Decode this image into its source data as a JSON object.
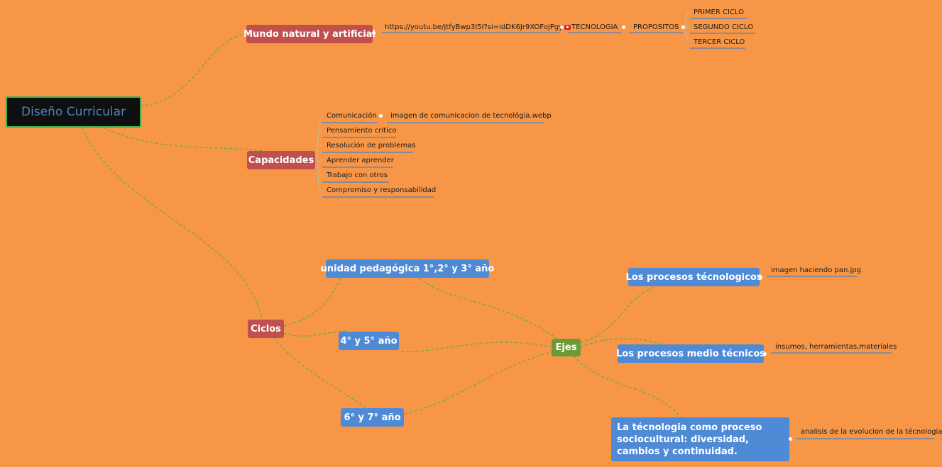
{
  "root": {
    "label": "Diseño Curricular"
  },
  "branches": {
    "mundo": {
      "label": "Mundo natural y artificial"
    },
    "capacidades": {
      "label": "Capacidades"
    },
    "ciclos": {
      "label": "Ciclos"
    }
  },
  "ciclos_children": {
    "unidad": "unidad pedagógica 1°,2° y 3° año",
    "cuarto": "4° y 5° año",
    "sexto": "6° y 7° año"
  },
  "ejes": {
    "label": "Ejes",
    "items": [
      {
        "label": "Los procesos técnologicos",
        "note": "imagen haciendo pan.jpg"
      },
      {
        "label": "Los procesos medio técnicos",
        "note": "insumos, herramientas,materiales"
      },
      {
        "label": " La técnologia como proceso sociocultural: diversidad, cambios y continuidad.",
        "note": "analisis de la evolucion de la técnologia"
      }
    ]
  },
  "mundo_chain": {
    "link": "https://youtu.be/jtfyBwp3I5I?si=idDK6Jr9XOFojPgy",
    "tecnologia": "TECNOLOGIA",
    "propositos": "PROPOSITOS",
    "ciclos": [
      "PRIMER CICLO",
      "SEGUNDO CICLO",
      "TERCER CICLO"
    ]
  },
  "capacidades_items": [
    {
      "label": "Comunicación",
      "note": "imagen de comunicacion de tecnológia.webp"
    },
    {
      "label": "Pensamiento critico"
    },
    {
      "label": "Resolución de problemas"
    },
    {
      "label": "Aprender aprender"
    },
    {
      "label": "Trabajo con otros"
    },
    {
      "label": "Compromiso y responsabilidad"
    }
  ],
  "colors": {
    "background": "#f79646",
    "branch": "#c0504d",
    "topic": "#4f8ad6",
    "ejes": "#6e9a36",
    "link": "#6aa84f",
    "underline": "#4f81bd"
  }
}
